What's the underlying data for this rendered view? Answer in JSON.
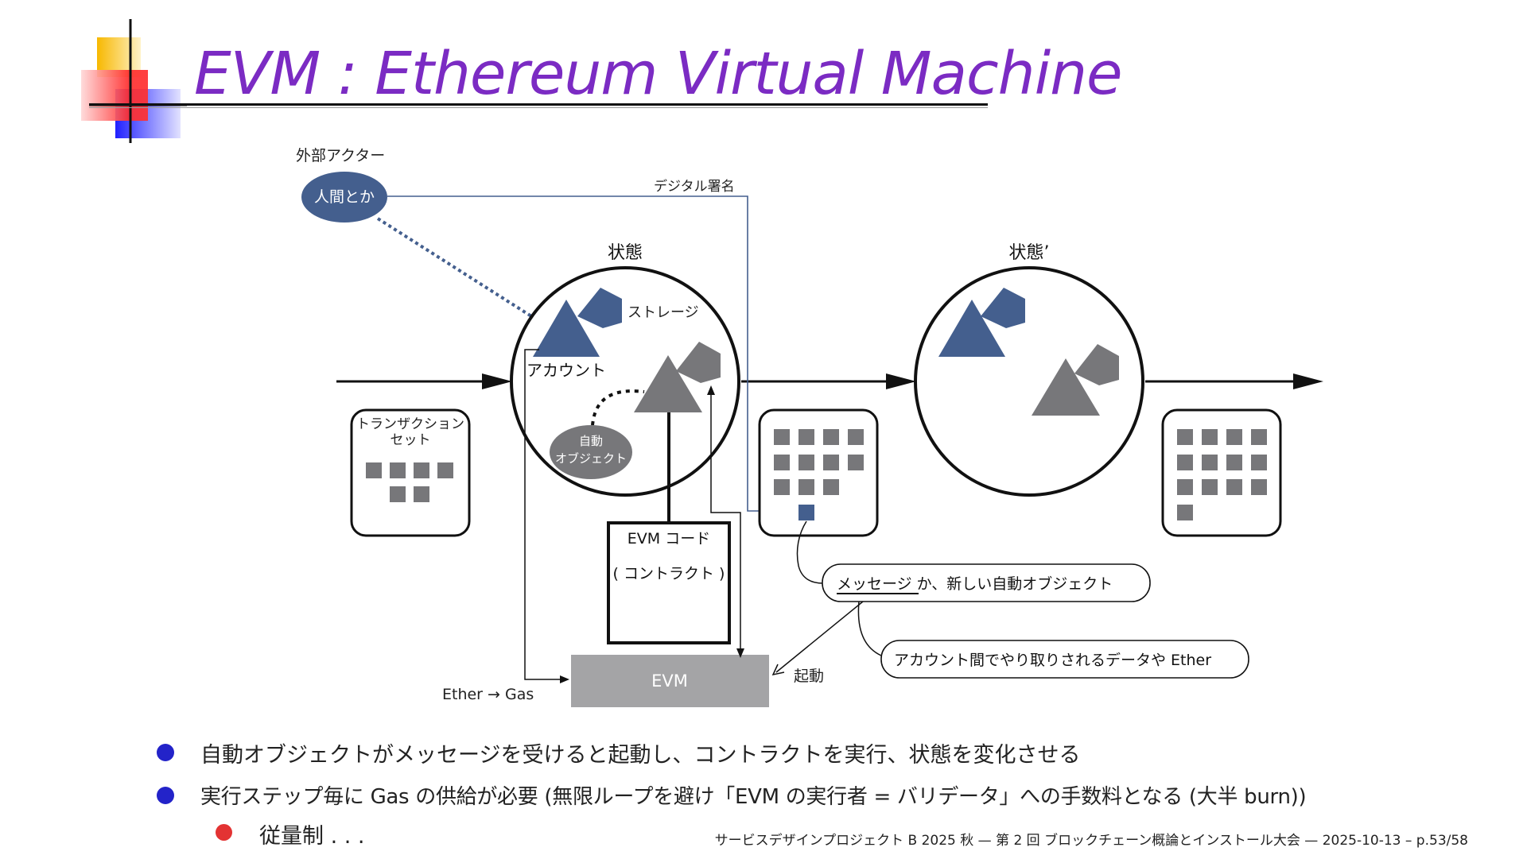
{
  "slide": {
    "title": "EVM : Ethereum Virtual Machine",
    "accent_color": "#7b2bc3"
  },
  "diagram": {
    "external_actor_label": "外部アクター",
    "human_label": "人間とか",
    "signature_label": "デジタル署名",
    "state_label": "状態",
    "state_prime_label": "状態’",
    "storage_label": "ストレージ",
    "account_label": "アカウント",
    "auto_object_line1": "自動",
    "auto_object_line2": "オブジェクト",
    "tx_set_line1": "トランザクション",
    "tx_set_line2": "セット",
    "evm_code_line1": "EVM コード",
    "evm_code_line2": "( コントラクト )",
    "evm_label": "EVM",
    "gas_label": "Ether → Gas",
    "launch_label": "起動",
    "message_word": "メッセージ",
    "message_rest": " か、新しい自動オブジェクト",
    "message_note": "アカウント間でやり取りされるデータや Ether",
    "colors": {
      "blue": "#445f8e",
      "gray": "#77777a",
      "evm_box": "#a4a4a6"
    }
  },
  "bullets": [
    {
      "text": "自動オブジェクトがメッセージを受けると起動し、コントラクトを実行、状態を変化させる",
      "color": "#2323c9"
    },
    {
      "text": "実行ステップ毎に Gas の供給が必要 (無限ループを避け「EVM の実行者 = バリデータ」への手数料となる (大半 burn))",
      "color": "#2323c9"
    },
    {
      "text": "従量制 . . .",
      "color": "#e33333"
    }
  ],
  "footer": "サービスデザインプロジェクト B 2025 秋 — 第 2 回 ブロックチェーン概論とインストール大会 — 2025-10-13 – p.53/58"
}
